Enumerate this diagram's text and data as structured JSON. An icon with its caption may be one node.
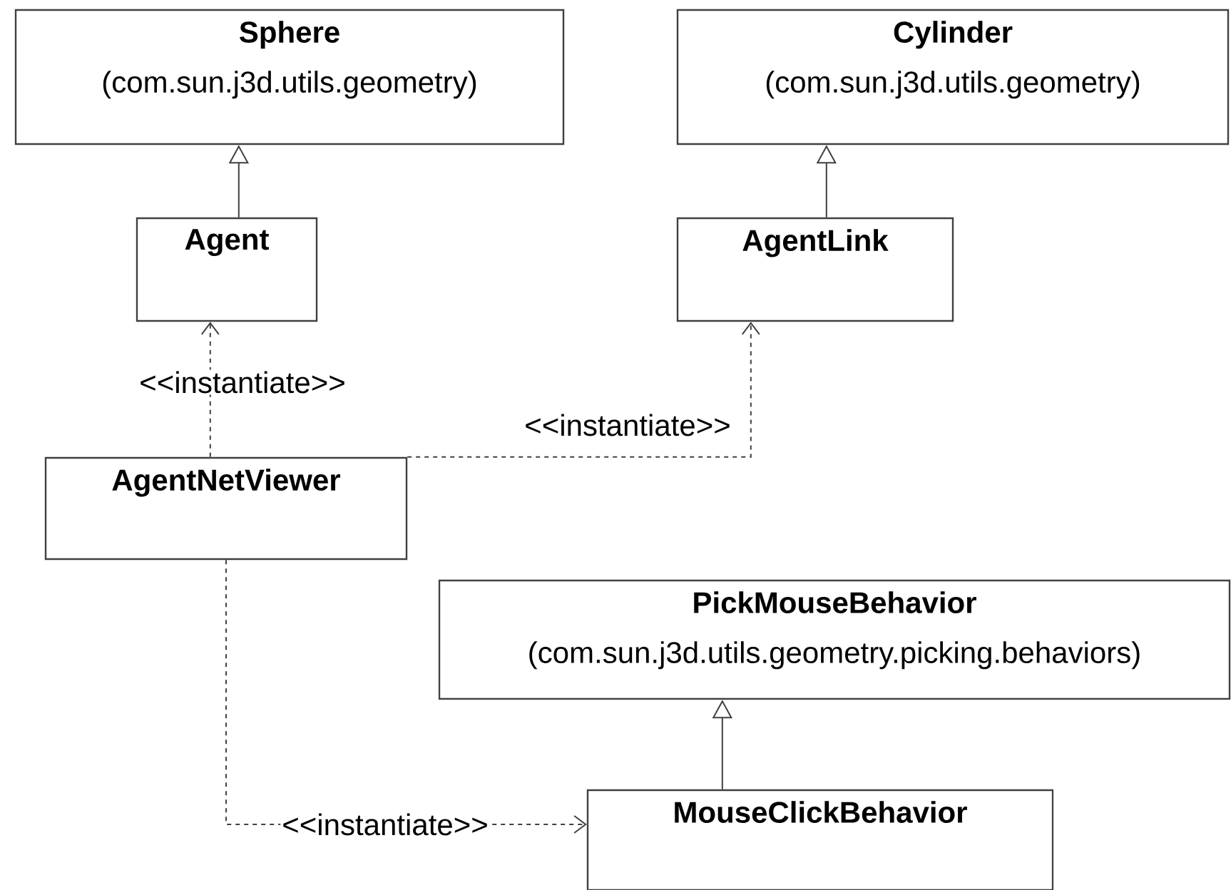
{
  "diagram": {
    "nodes": [
      {
        "text": [
          "Sphere",
          "(com.sun.j3d.utils.geometry)"
        ]
      },
      {
        "text": [
          "Cylinder",
          "(com.sun.j3d.utils.geometry)"
        ]
      },
      {
        "text": [
          "Agent"
        ]
      },
      {
        "text": [
          "AgentLink"
        ]
      },
      {
        "text": [
          "AgentNetViewer"
        ]
      },
      {
        "text": [
          "PickMouseBehavior",
          "(com.sun.j3d.utils.geometry.picking.behaviors)"
        ]
      },
      {
        "text": [
          "MouseClickBehavior"
        ]
      }
    ],
    "edges": [
      {
        "from": 2,
        "to": 0,
        "arrow": "to"
      },
      {
        "from": 3,
        "to": 1,
        "arrow": "to"
      },
      {
        "from": 4,
        "to": 2,
        "arrow": "to",
        "style": "dashed",
        "label": "<<instantiate>>"
      },
      {
        "from": 4,
        "to": 3,
        "arrow": "to",
        "style": "dashed",
        "label": "<<instantiate>>"
      },
      {
        "from": 4,
        "to": 6,
        "arrow": "to",
        "style": "dashed",
        "label": "<<instantiate>>"
      },
      {
        "from": 6,
        "to": 5,
        "arrow": "to"
      }
    ]
  }
}
